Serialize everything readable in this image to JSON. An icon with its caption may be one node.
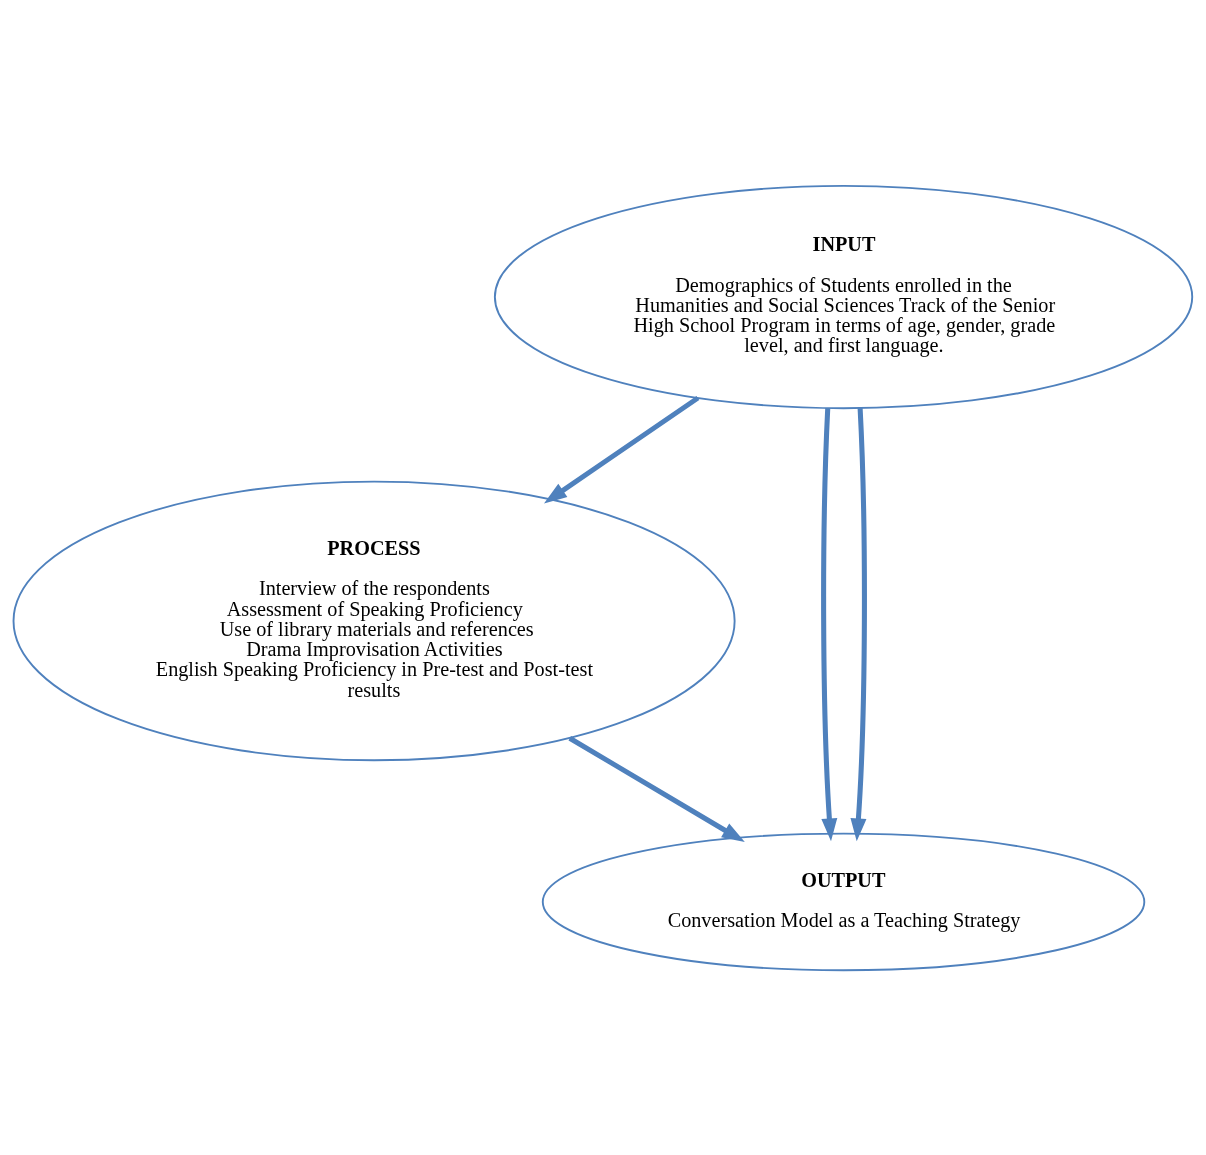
{
  "diagram": {
    "nodes": [
      {
        "text": [
          "INPUT",
          "Demographics of Students enrolled in the Humanities and Social Sciences Track of the Senior High School Program in terms of age, gender, grade level, and first language."
        ]
      },
      {
        "text": [
          "PROCESS",
          "Interview of the respondents",
          "Assessment of Speaking Proficiency",
          "Use of library materials and references",
          "Drama Improvisation Activities",
          "English Speaking Proficiency in Pre-test and Post-test results"
        ]
      },
      {
        "text": [
          "OUTPUT",
          "Conversation Model as a Teaching Strategy"
        ]
      }
    ],
    "edges": [
      {
        "from": 0,
        "to": 1,
        "arrow": "to"
      },
      {
        "from": 0,
        "to": 2,
        "arrow": "to"
      },
      {
        "from": 0,
        "to": 2,
        "arrow": "to"
      },
      {
        "from": 1,
        "to": 2,
        "arrow": "to"
      }
    ]
  }
}
